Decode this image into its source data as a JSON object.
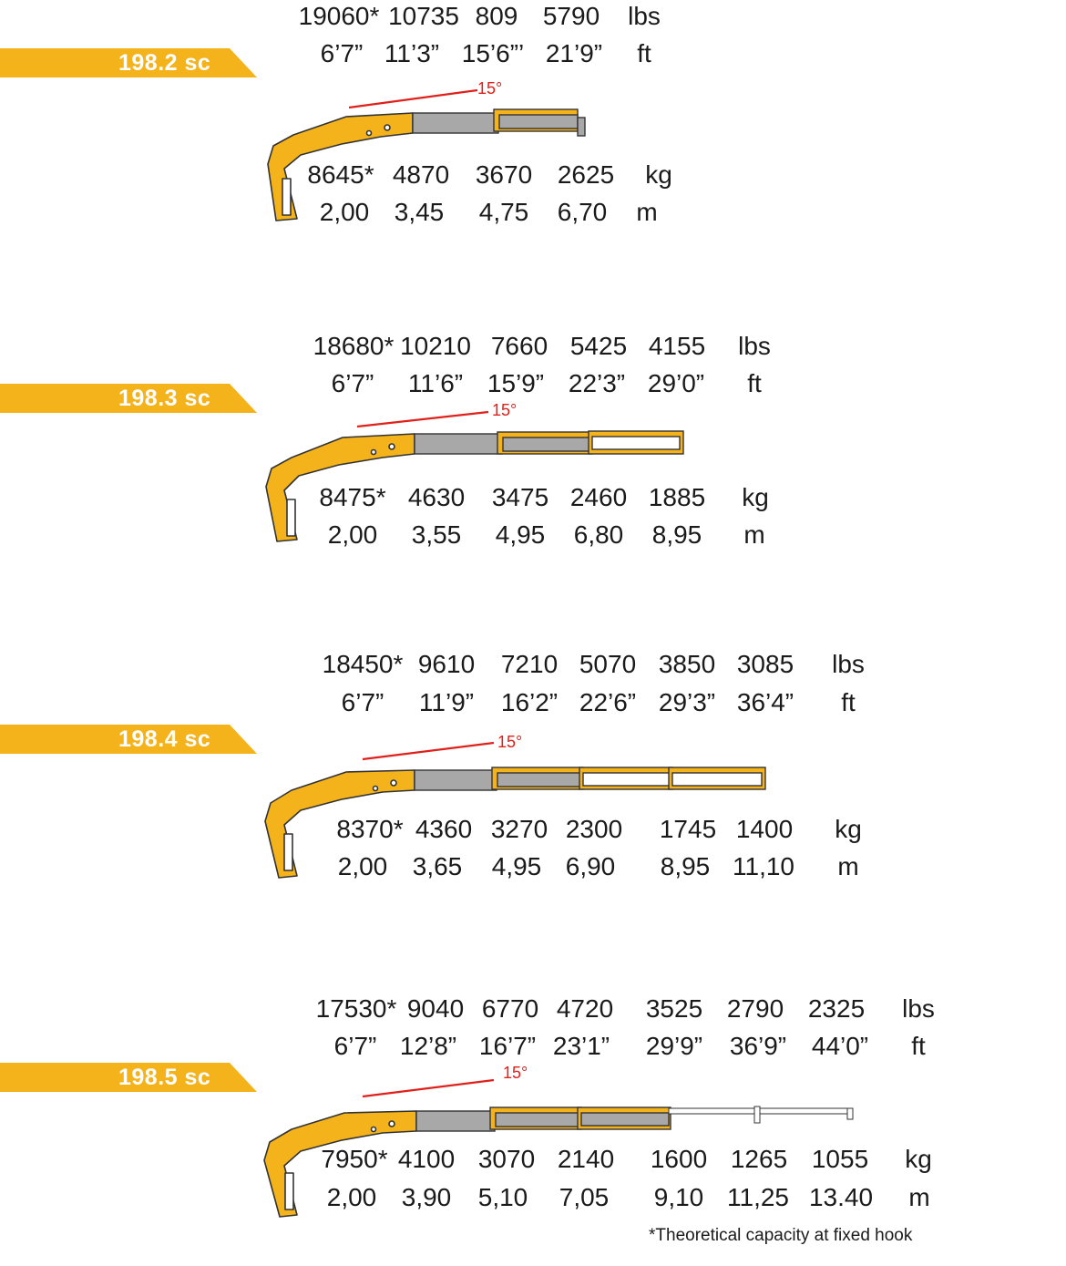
{
  "sections": [
    {
      "model": "198.2 sc",
      "angle": "15°",
      "lbs": [
        "19060*",
        "10735",
        "809",
        "5790"
      ],
      "ft": [
        "6’7”",
        "11’3”",
        "15’6”’",
        "21’9”"
      ],
      "kg": [
        "8645*",
        "4870",
        "3670",
        "2625"
      ],
      "m": [
        "2,00",
        "3,45",
        "4,75",
        "6,70"
      ],
      "lbs_unit": "lbs",
      "ft_unit": "ft",
      "kg_unit": "kg",
      "m_unit": "m"
    },
    {
      "model": "198.3 sc",
      "angle": "15°",
      "lbs": [
        "18680*",
        "10210",
        "7660",
        "5425",
        "4155"
      ],
      "ft": [
        "6’7”",
        "11’6”",
        "15’9”",
        "22’3”",
        "29’0”"
      ],
      "kg": [
        "8475*",
        "4630",
        "3475",
        "2460",
        "1885"
      ],
      "m": [
        "2,00",
        "3,55",
        "4,95",
        "6,80",
        "8,95"
      ],
      "lbs_unit": "lbs",
      "ft_unit": "ft",
      "kg_unit": "kg",
      "m_unit": "m"
    },
    {
      "model": "198.4 sc",
      "angle": "15°",
      "lbs": [
        "18450*",
        "9610",
        "7210",
        "5070",
        "3850",
        "3085"
      ],
      "ft": [
        "6’7”",
        "11’9”",
        "16’2”",
        "22’6”",
        "29’3”",
        "36’4”"
      ],
      "kg": [
        "8370*",
        "4360",
        "3270",
        "2300",
        "1745",
        "1400"
      ],
      "m": [
        "2,00",
        "3,65",
        "4,95",
        "6,90",
        "8,95",
        "11,10"
      ],
      "lbs_unit": "lbs",
      "ft_unit": "ft",
      "kg_unit": "kg",
      "m_unit": "m"
    },
    {
      "model": "198.5 sc",
      "angle": "15°",
      "lbs": [
        "17530*",
        "9040",
        "6770",
        "4720",
        "3525",
        "2790",
        "2325"
      ],
      "ft": [
        "6’7”",
        "12’8”",
        "16’7”",
        "23’1”",
        "29’9”",
        "36’9”",
        "44’0”"
      ],
      "kg": [
        "7950*",
        "4100",
        "3070",
        "2140",
        "1600",
        "1265",
        "1055"
      ],
      "m": [
        "2,00",
        "3,90",
        "5,10",
        "7,05",
        "9,10",
        "11,25",
        "13.40"
      ],
      "lbs_unit": "lbs",
      "ft_unit": "ft",
      "kg_unit": "kg",
      "m_unit": "m"
    }
  ],
  "footnote": "*Theoretical capacity at fixed hook",
  "colors": {
    "accent": "#f5b31b",
    "crane_yellow": "#f5b31b",
    "extension_gray": "#a8a8a8",
    "angle_line": "#e0201b"
  }
}
